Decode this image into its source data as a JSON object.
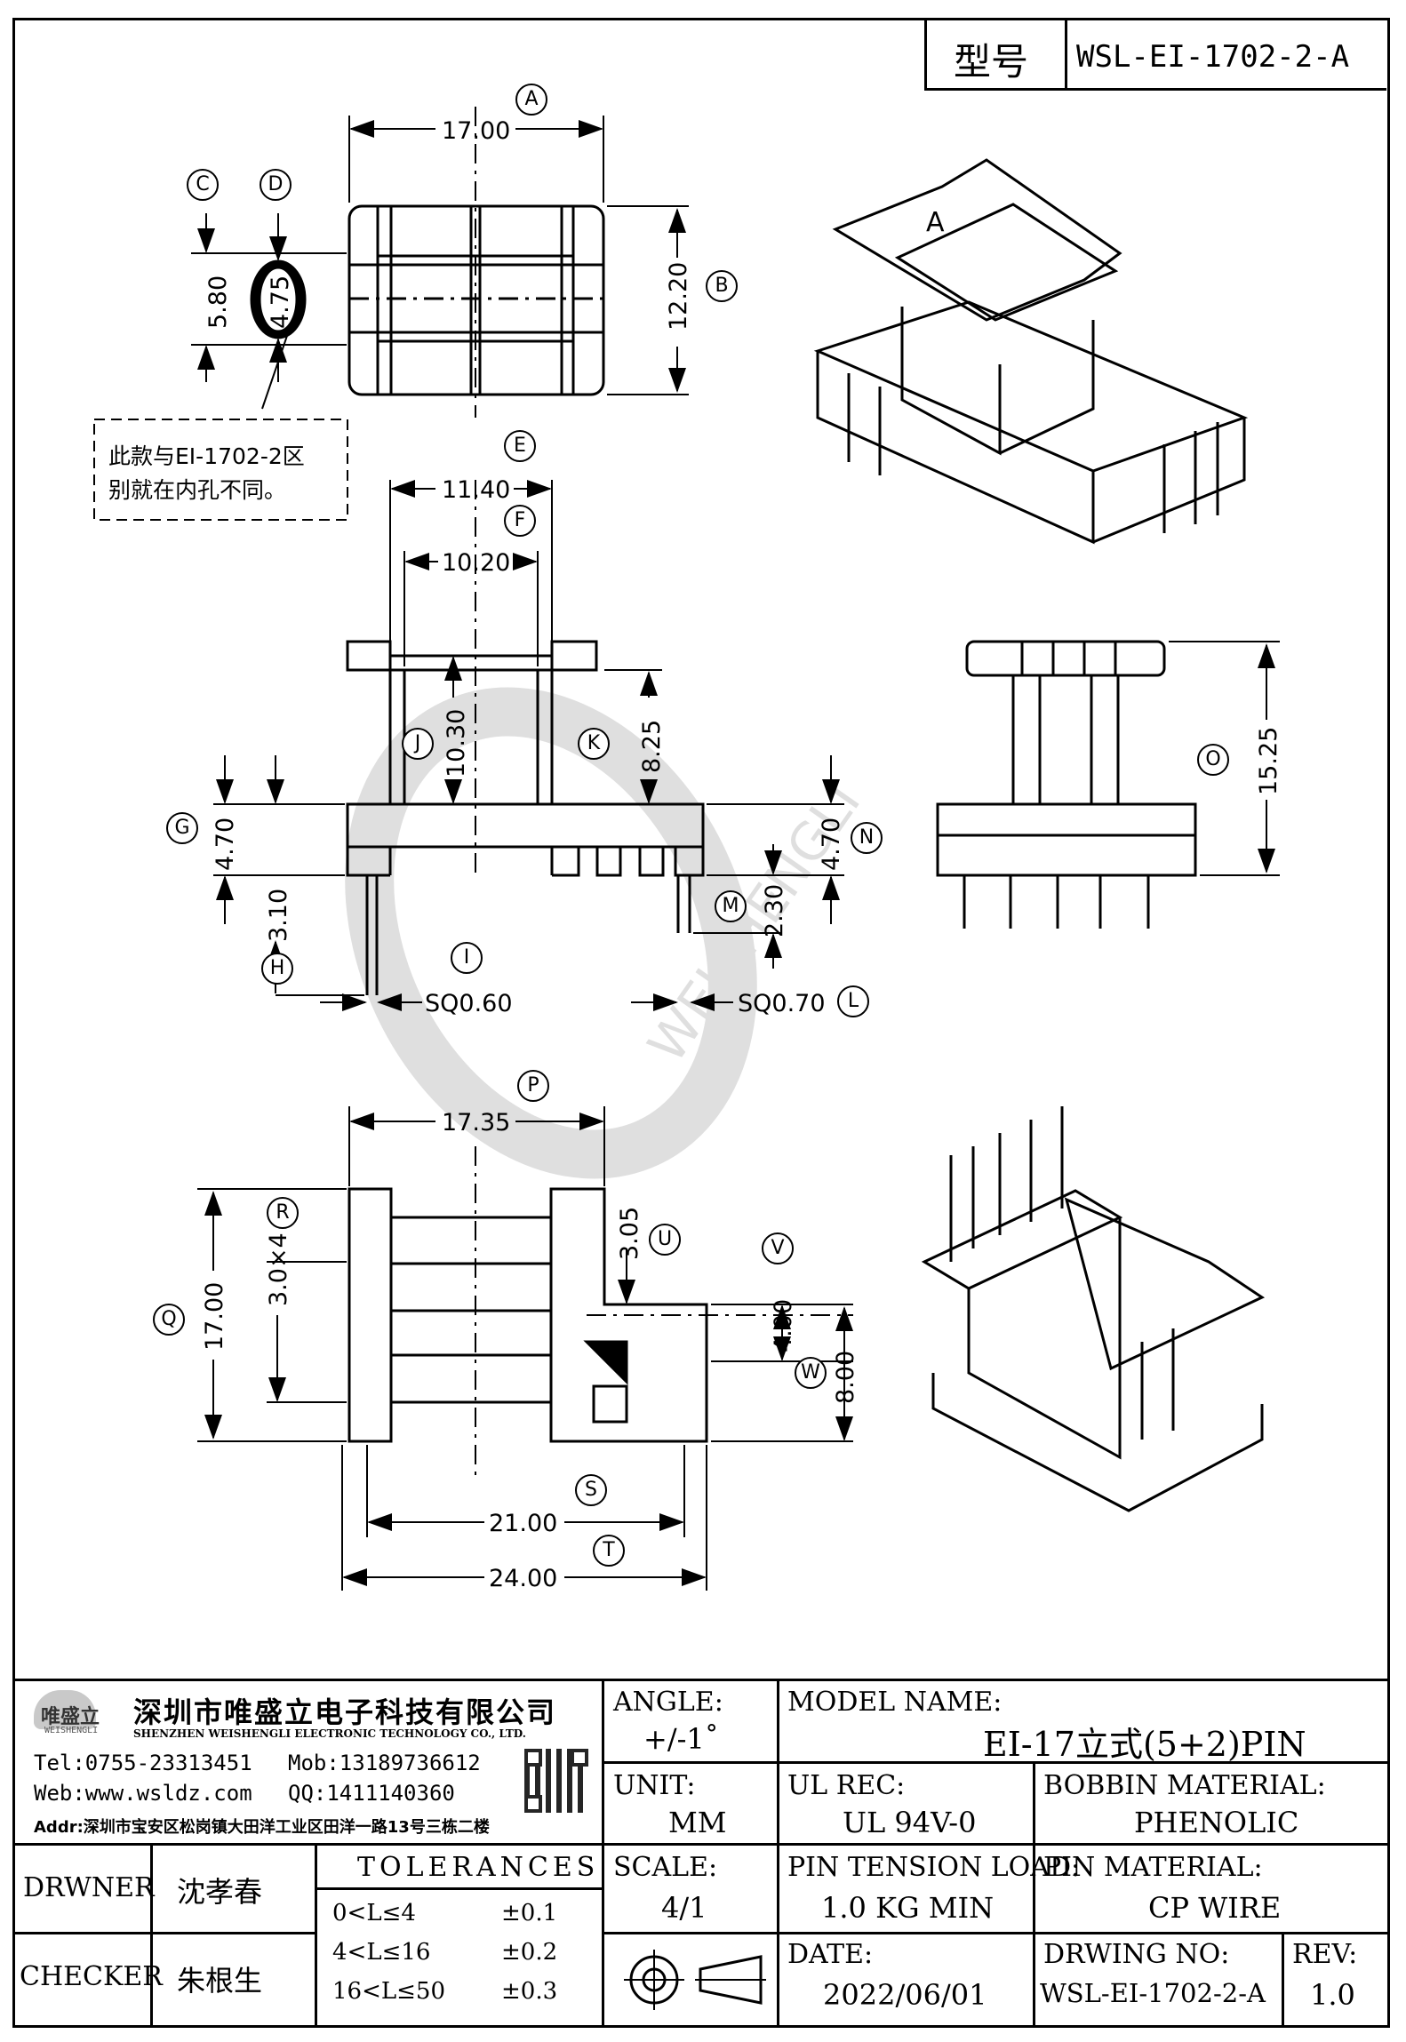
{
  "header": {
    "model_label": "型号",
    "model_value": "WSL-EI-1702-2-A"
  },
  "dimensions": {
    "A": "17.00",
    "B": "12.20",
    "C": "5.80",
    "D": "4.75",
    "E": "11.40",
    "F": "10.20",
    "J": "10.30",
    "K": "8.25",
    "G": "4.70",
    "H": "3.10",
    "I": "SQ0.60",
    "L": "SQ0.70",
    "M": "2.30",
    "N": "4.70",
    "O": "15.25",
    "P": "17.35",
    "Q": "17.00",
    "R": "3.0×4",
    "U": "3.05",
    "V": "4.00",
    "W": "8.00",
    "S": "21.00",
    "T": "24.00"
  },
  "markers": [
    "A",
    "B",
    "C",
    "D",
    "E",
    "F",
    "G",
    "H",
    "I",
    "J",
    "K",
    "L",
    "M",
    "N",
    "O",
    "P",
    "Q",
    "R",
    "S",
    "T",
    "U",
    "V",
    "W"
  ],
  "iso_label": "A",
  "note": {
    "line1": "此款与EI-1702-2区",
    "line2": "别就在内孔不同。"
  },
  "watermark": {
    "text": "WEISHENGLI"
  },
  "company": {
    "name_cn": "深圳市唯盛立电子科技有限公司",
    "name_en": "SHENZHEN WEISHENGLI ELECTRONIC TECHNOLOGY CO., LTD.",
    "logo_text": "唯盛立",
    "logo_sub": "WEISHENGLI",
    "tel": "Tel:0755-23313451",
    "mob": "Mob:13189736612",
    "web": "Web:www.wsldz.com",
    "qq": "QQ:1411140360",
    "addr": "Addr:深圳市宝安区松岗镇大田洋工业区田洋一路13号三栋二楼"
  },
  "title_block": {
    "angle_label": "ANGLE:",
    "angle_value": "+/-1˚",
    "model_name_label": "MODEL NAME:",
    "model_name_value": "EI-17立式(5+2)PIN",
    "unit_label": "UNIT:",
    "unit_value": "MM",
    "ul_label": "UL REC:",
    "ul_value": "UL 94V-0",
    "bobbin_label": "BOBBIN MATERIAL:",
    "bobbin_value": "PHENOLIC",
    "drawer_label": "DRWNER",
    "drawer_value": "沈孝春",
    "checker_label": "CHECKER",
    "checker_value": "朱根生",
    "tolerances_label": "TOLERANCES",
    "tol": [
      {
        "range": "0<L≤4",
        "val": "±0.1"
      },
      {
        "range": "4<L≤16",
        "val": "±0.2"
      },
      {
        "range": "16<L≤50",
        "val": "±0.3"
      }
    ],
    "scale_label": "SCALE:",
    "scale_value": "4/1",
    "pin_tension_label": "PIN TENSION LOAD:",
    "pin_tension_value": "1.0 KG MIN",
    "pin_material_label": "PIN MATERIAL:",
    "pin_material_value": "CP WIRE",
    "date_label": "DATE:",
    "date_value": "2022/06/01",
    "drawing_no_label": "DRWING NO:",
    "drawing_no_value": "WSL-EI-1702-2-A",
    "rev_label": "REV:",
    "rev_value": "1.0"
  }
}
